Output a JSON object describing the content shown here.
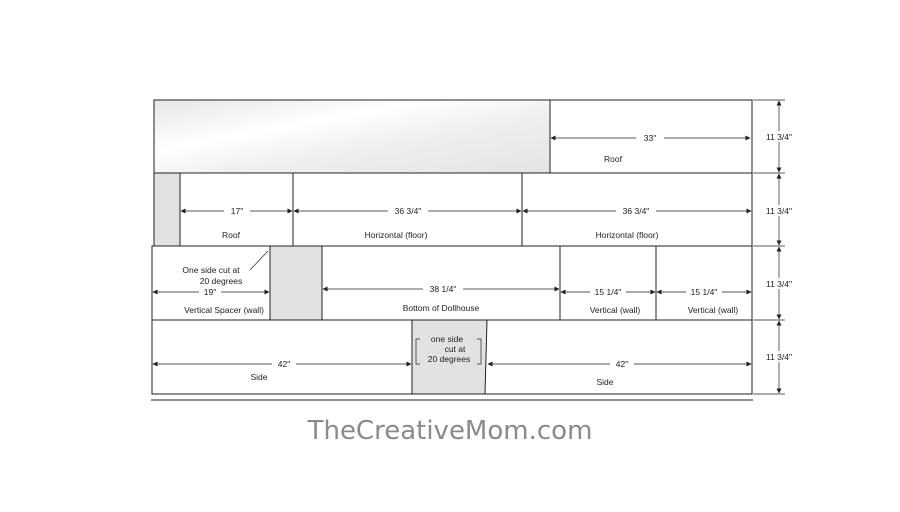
{
  "rows": [
    {
      "name": "row-1",
      "pieces": [
        {
          "name": "roof-scrap",
          "shaded": true
        },
        {
          "name": "roof-piece",
          "dimension": "33\"",
          "label": "Roof",
          "shaded": false
        }
      ],
      "height": "11 3/4\""
    },
    {
      "name": "row-2",
      "pieces": [
        {
          "name": "scrap",
          "shaded": true
        },
        {
          "name": "roof-piece",
          "dimension": "17\"",
          "label": "Roof",
          "shaded": false
        },
        {
          "name": "floor-piece-1",
          "dimension": "36 3/4\"",
          "label": "Horizontal (floor)",
          "shaded": false
        },
        {
          "name": "floor-piece-2",
          "dimension": "36 3/4\"",
          "label": "Horizontal (floor)",
          "shaded": false
        }
      ],
      "height": "11 3/4\""
    },
    {
      "name": "row-3",
      "pieces": [
        {
          "name": "vertical-spacer",
          "dimension": "19\"",
          "label": "Vertical Spacer (wall)",
          "note": [
            "One side cut at",
            "20 degrees"
          ],
          "shaded": false
        },
        {
          "name": "scrap",
          "shaded": true
        },
        {
          "name": "bottom",
          "dimension": "38 1/4\"",
          "label": "Bottom of Dollhouse",
          "shaded": false
        },
        {
          "name": "vertical-wall-1",
          "dimension": "15 1/4\"",
          "label": "Vertical (wall)",
          "shaded": false
        },
        {
          "name": "vertical-wall-2",
          "dimension": "15 1/4\"",
          "label": "Vertical (wall)",
          "shaded": false
        }
      ],
      "height": "11 3/4\""
    },
    {
      "name": "row-4",
      "pieces": [
        {
          "name": "side-1",
          "dimension": "42\"",
          "label": "Side",
          "shaded": false
        },
        {
          "name": "scrap",
          "note": [
            "one side",
            "cut at",
            "20 degrees"
          ],
          "shaded": true
        },
        {
          "name": "side-2",
          "dimension": "42\"",
          "label": "Side",
          "shaded": false
        }
      ],
      "height": "11 3/4\""
    }
  ],
  "watermark": "TheCreativeMom.com",
  "colors": {
    "line": "#222222",
    "scrap_fill": "#e2e2e2",
    "watermark": "#8a8a8a"
  }
}
